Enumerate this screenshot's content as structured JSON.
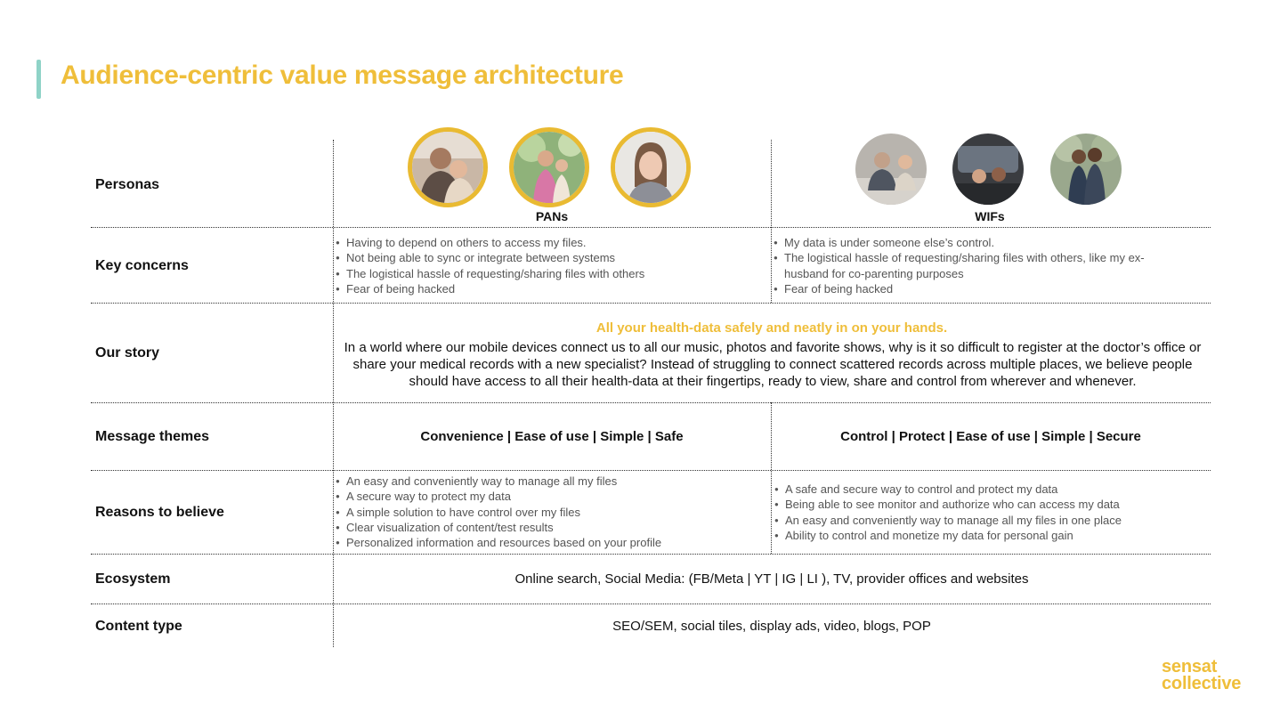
{
  "title": "Audience-centric value message architecture",
  "rows": {
    "personas": "Personas",
    "key_concerns": "Key concerns",
    "our_story": "Our story",
    "message_themes": "Message themes",
    "reasons": "Reasons to believe",
    "ecosystem": "Ecosystem",
    "content_type": "Content type"
  },
  "personas": {
    "left_label": "PANs",
    "right_label": "WIFs",
    "left_images": [
      "senior-couple-photo",
      "mother-daughter-photo",
      "young-woman-photo"
    ],
    "right_images": [
      "doctor-consult-photo",
      "couple-in-car-photo",
      "couple-walking-photo"
    ]
  },
  "key_concerns": {
    "left": [
      "Having to depend on others to access my files.",
      "Not being able to sync or integrate between systems",
      "The logistical hassle of requesting/sharing files with others",
      "Fear of being hacked"
    ],
    "right": [
      "My data is under someone else’s control.",
      "The logistical hassle of requesting/sharing files with others, like my ex-husband for co-parenting purposes",
      "Fear of being hacked"
    ]
  },
  "our_story": {
    "headline": "All your health-data safely and neatly in on your hands.",
    "body": "In a world where our mobile devices connect us to all our music, photos and favorite shows, why is it so difficult to register at the doctor’s office or share your medical records with a new specialist? Instead of struggling to connect scattered records across multiple places, we believe people should have access to all their health-data at their fingertips, ready to view, share and control from wherever and whenever."
  },
  "message_themes": {
    "left": "Convenience | Ease of use | Simple | Safe",
    "right": "Control | Protect | Ease of use | Simple | Secure"
  },
  "reasons": {
    "left": [
      "An easy and conveniently way to manage all my files",
      "A secure way to protect my data",
      "A simple solution to have control over my files",
      "Clear visualization of content/test results",
      "Personalized information and resources based on your profile"
    ],
    "right": [
      "A safe and secure way to control and protect my data",
      "Being able to see monitor and authorize who can access my data",
      "An easy and conveniently way to manage all my files in one place",
      "Ability to control and monetize my data for personal gain"
    ]
  },
  "ecosystem": "Online search,  Social Media: (FB/Meta | YT | IG | LI ), TV, provider offices and websites",
  "content_type": "SEO/SEM, social tiles, display ads, video, blogs, POP",
  "logo": {
    "line1": "sensat",
    "line2": "collective"
  },
  "colors": {
    "title": "#efbe3a",
    "accent_bar": "#8fd3c7",
    "avatar_ring": "#e9ba32"
  }
}
